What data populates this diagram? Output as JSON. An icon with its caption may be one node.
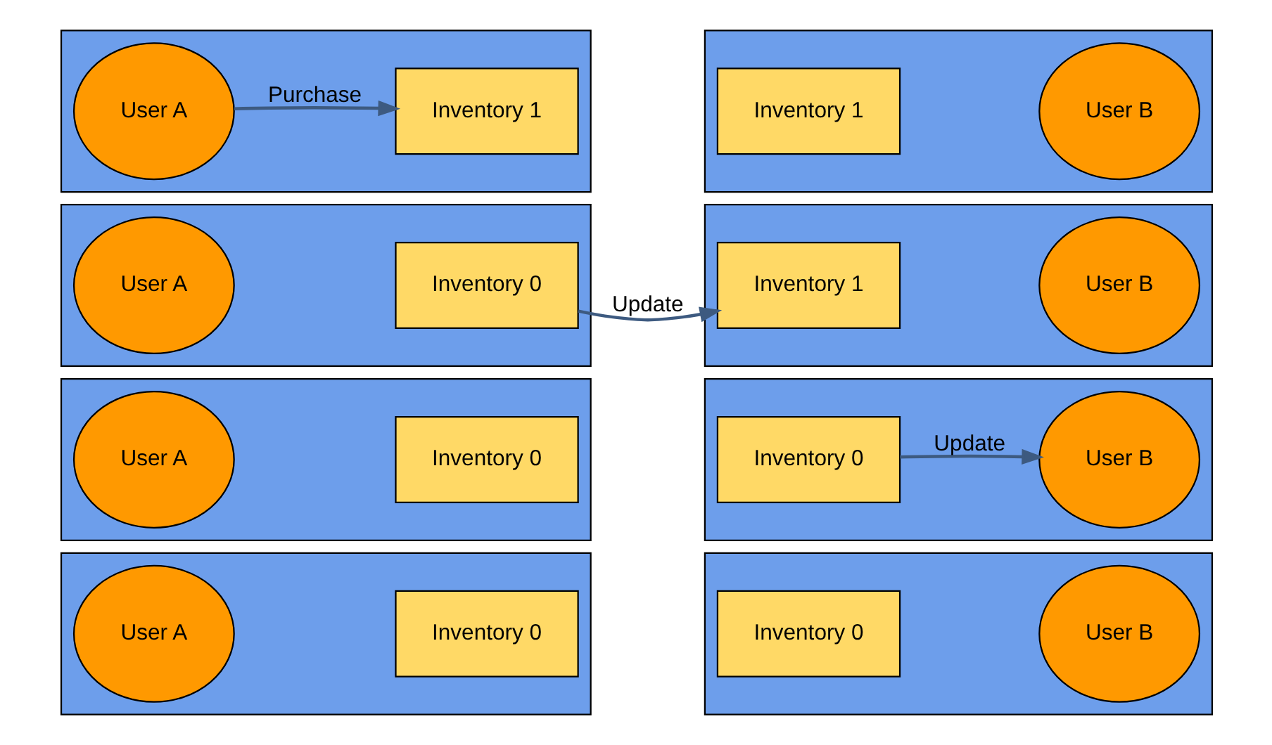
{
  "diagram": {
    "nodes": [
      {
        "text": [],
        "shape": "box"
      },
      {
        "text": [
          "User A"
        ],
        "in": 0
      },
      {
        "text": [
          "Inventory 1"
        ],
        "in": 0
      },
      {
        "text": [],
        "shape": "box"
      },
      {
        "text": [
          "Inventory 1"
        ],
        "in": 3
      },
      {
        "text": [
          "User B"
        ],
        "in": 3
      },
      {
        "text": [],
        "shape": "box"
      },
      {
        "text": [
          "User A"
        ],
        "in": 6
      },
      {
        "text": [
          "Inventory 0"
        ],
        "in": 6
      },
      {
        "text": [],
        "shape": "box"
      },
      {
        "text": [
          "Inventory 1"
        ],
        "in": 9
      },
      {
        "text": [
          "User B"
        ],
        "in": 9
      },
      {
        "text": [],
        "shape": "box"
      },
      {
        "text": [
          "User A"
        ],
        "in": 12
      },
      {
        "text": [
          "Inventory 0"
        ],
        "in": 12
      },
      {
        "text": [],
        "shape": "box"
      },
      {
        "text": [
          "Inventory 0"
        ],
        "in": 15
      },
      {
        "text": [
          "User B"
        ],
        "in": 15
      },
      {
        "text": [],
        "shape": "box"
      },
      {
        "text": [
          "User A"
        ],
        "in": 18
      },
      {
        "text": [
          "Inventory 0"
        ],
        "in": 18
      },
      {
        "text": [],
        "shape": "box"
      },
      {
        "text": [
          "Inventory 0"
        ],
        "in": 21
      },
      {
        "text": [
          "User B"
        ],
        "in": 21
      }
    ],
    "edges": [
      {
        "from": 1,
        "to": 2,
        "arrow": "to",
        "label": "Purchase"
      },
      {
        "from": 8,
        "to": 10,
        "arrow": "to",
        "label": "Update"
      },
      {
        "from": 16,
        "to": 17,
        "arrow": "to",
        "label": "Update"
      }
    ]
  }
}
